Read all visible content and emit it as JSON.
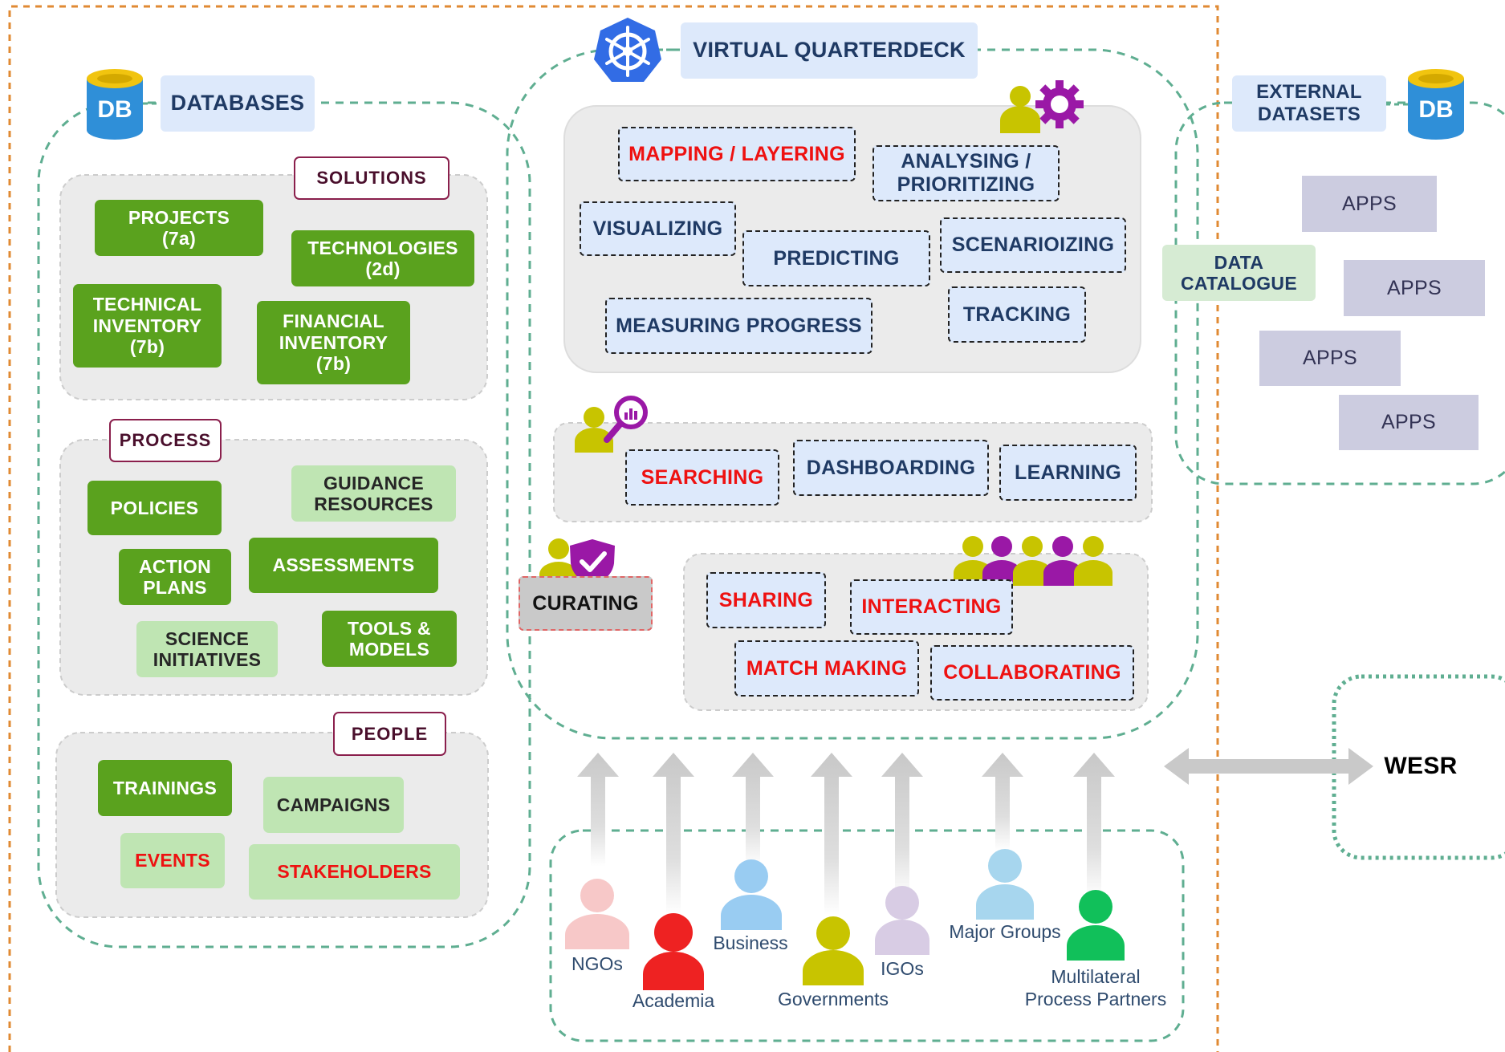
{
  "colors": {
    "container_dash": "#5fae91",
    "outer_dash": "#e08a33",
    "panel_bg": "#ebebeb",
    "panel_dash": "#cccccc",
    "green": "#5aa21e",
    "light_green": "#bfe5b3",
    "capability_bg": "#dde9fb",
    "red_text": "#ee1111",
    "navy_text": "#1f3a64",
    "db_blue": "#2f8fd8",
    "db_gold": "#f1c40f",
    "kubernetes_blue": "#326ce5",
    "icon_olive": "#c8c400",
    "icon_purple": "#9a18a6"
  },
  "databases": {
    "db_icon_text": "DB",
    "title": "DATABASES",
    "solutions": {
      "tag": "SOLUTIONS",
      "items": [
        "PROJECTS\n(7a)",
        "TECHNOLOGIES\n(2d)",
        "TECHNICAL\nINVENTORY\n(7b)",
        "FINANCIAL\nINVENTORY\n(7b)"
      ]
    },
    "process": {
      "tag": "PROCESS",
      "items": [
        "POLICIES",
        "GUIDANCE\nRESOURCES",
        "ACTION\nPLANS",
        "ASSESSMENTS",
        "SCIENCE\nINITIATIVES",
        "TOOLS &\nMODELS"
      ]
    },
    "people": {
      "tag": "PEOPLE",
      "items": [
        "TRAININGS",
        "CAMPAIGNS",
        "EVENTS",
        "STAKEHOLDERS"
      ]
    }
  },
  "quarterdeck": {
    "title": "VIRTUAL QUARTERDECK",
    "analysis": [
      "MAPPING / LAYERING",
      "ANALYSING /\nPRIORITIZING",
      "VISUALIZING",
      "PREDICTING",
      "SCENARIOIZING",
      "MEASURING PROGRESS",
      "TRACKING"
    ],
    "discovery": [
      "SEARCHING",
      "DASHBOARDING",
      "LEARNING"
    ],
    "curating": "CURATING",
    "engagement": [
      "SHARING",
      "INTERACTING",
      "MATCH MAKING",
      "COLLABORATING"
    ]
  },
  "external": {
    "db_icon_text": "DB",
    "title": "EXTERNAL\nDATASETS",
    "catalogue": "DATA\nCATALOGUE",
    "apps": [
      "APPS",
      "APPS",
      "APPS",
      "APPS"
    ]
  },
  "wesr": "WESR",
  "stakeholders": [
    {
      "label": "NGOs",
      "color": "#f7c8c8"
    },
    {
      "label": "Academia",
      "color": "#ee2222"
    },
    {
      "label": "Business",
      "color": "#99ccf2"
    },
    {
      "label": "Governments",
      "color": "#c8c400"
    },
    {
      "label": "IGOs",
      "color": "#d8cce4"
    },
    {
      "label": "Major Groups",
      "color": "#a7d6ee"
    },
    {
      "label": "Multilateral\nProcess Partners",
      "color": "#11c05a"
    }
  ]
}
